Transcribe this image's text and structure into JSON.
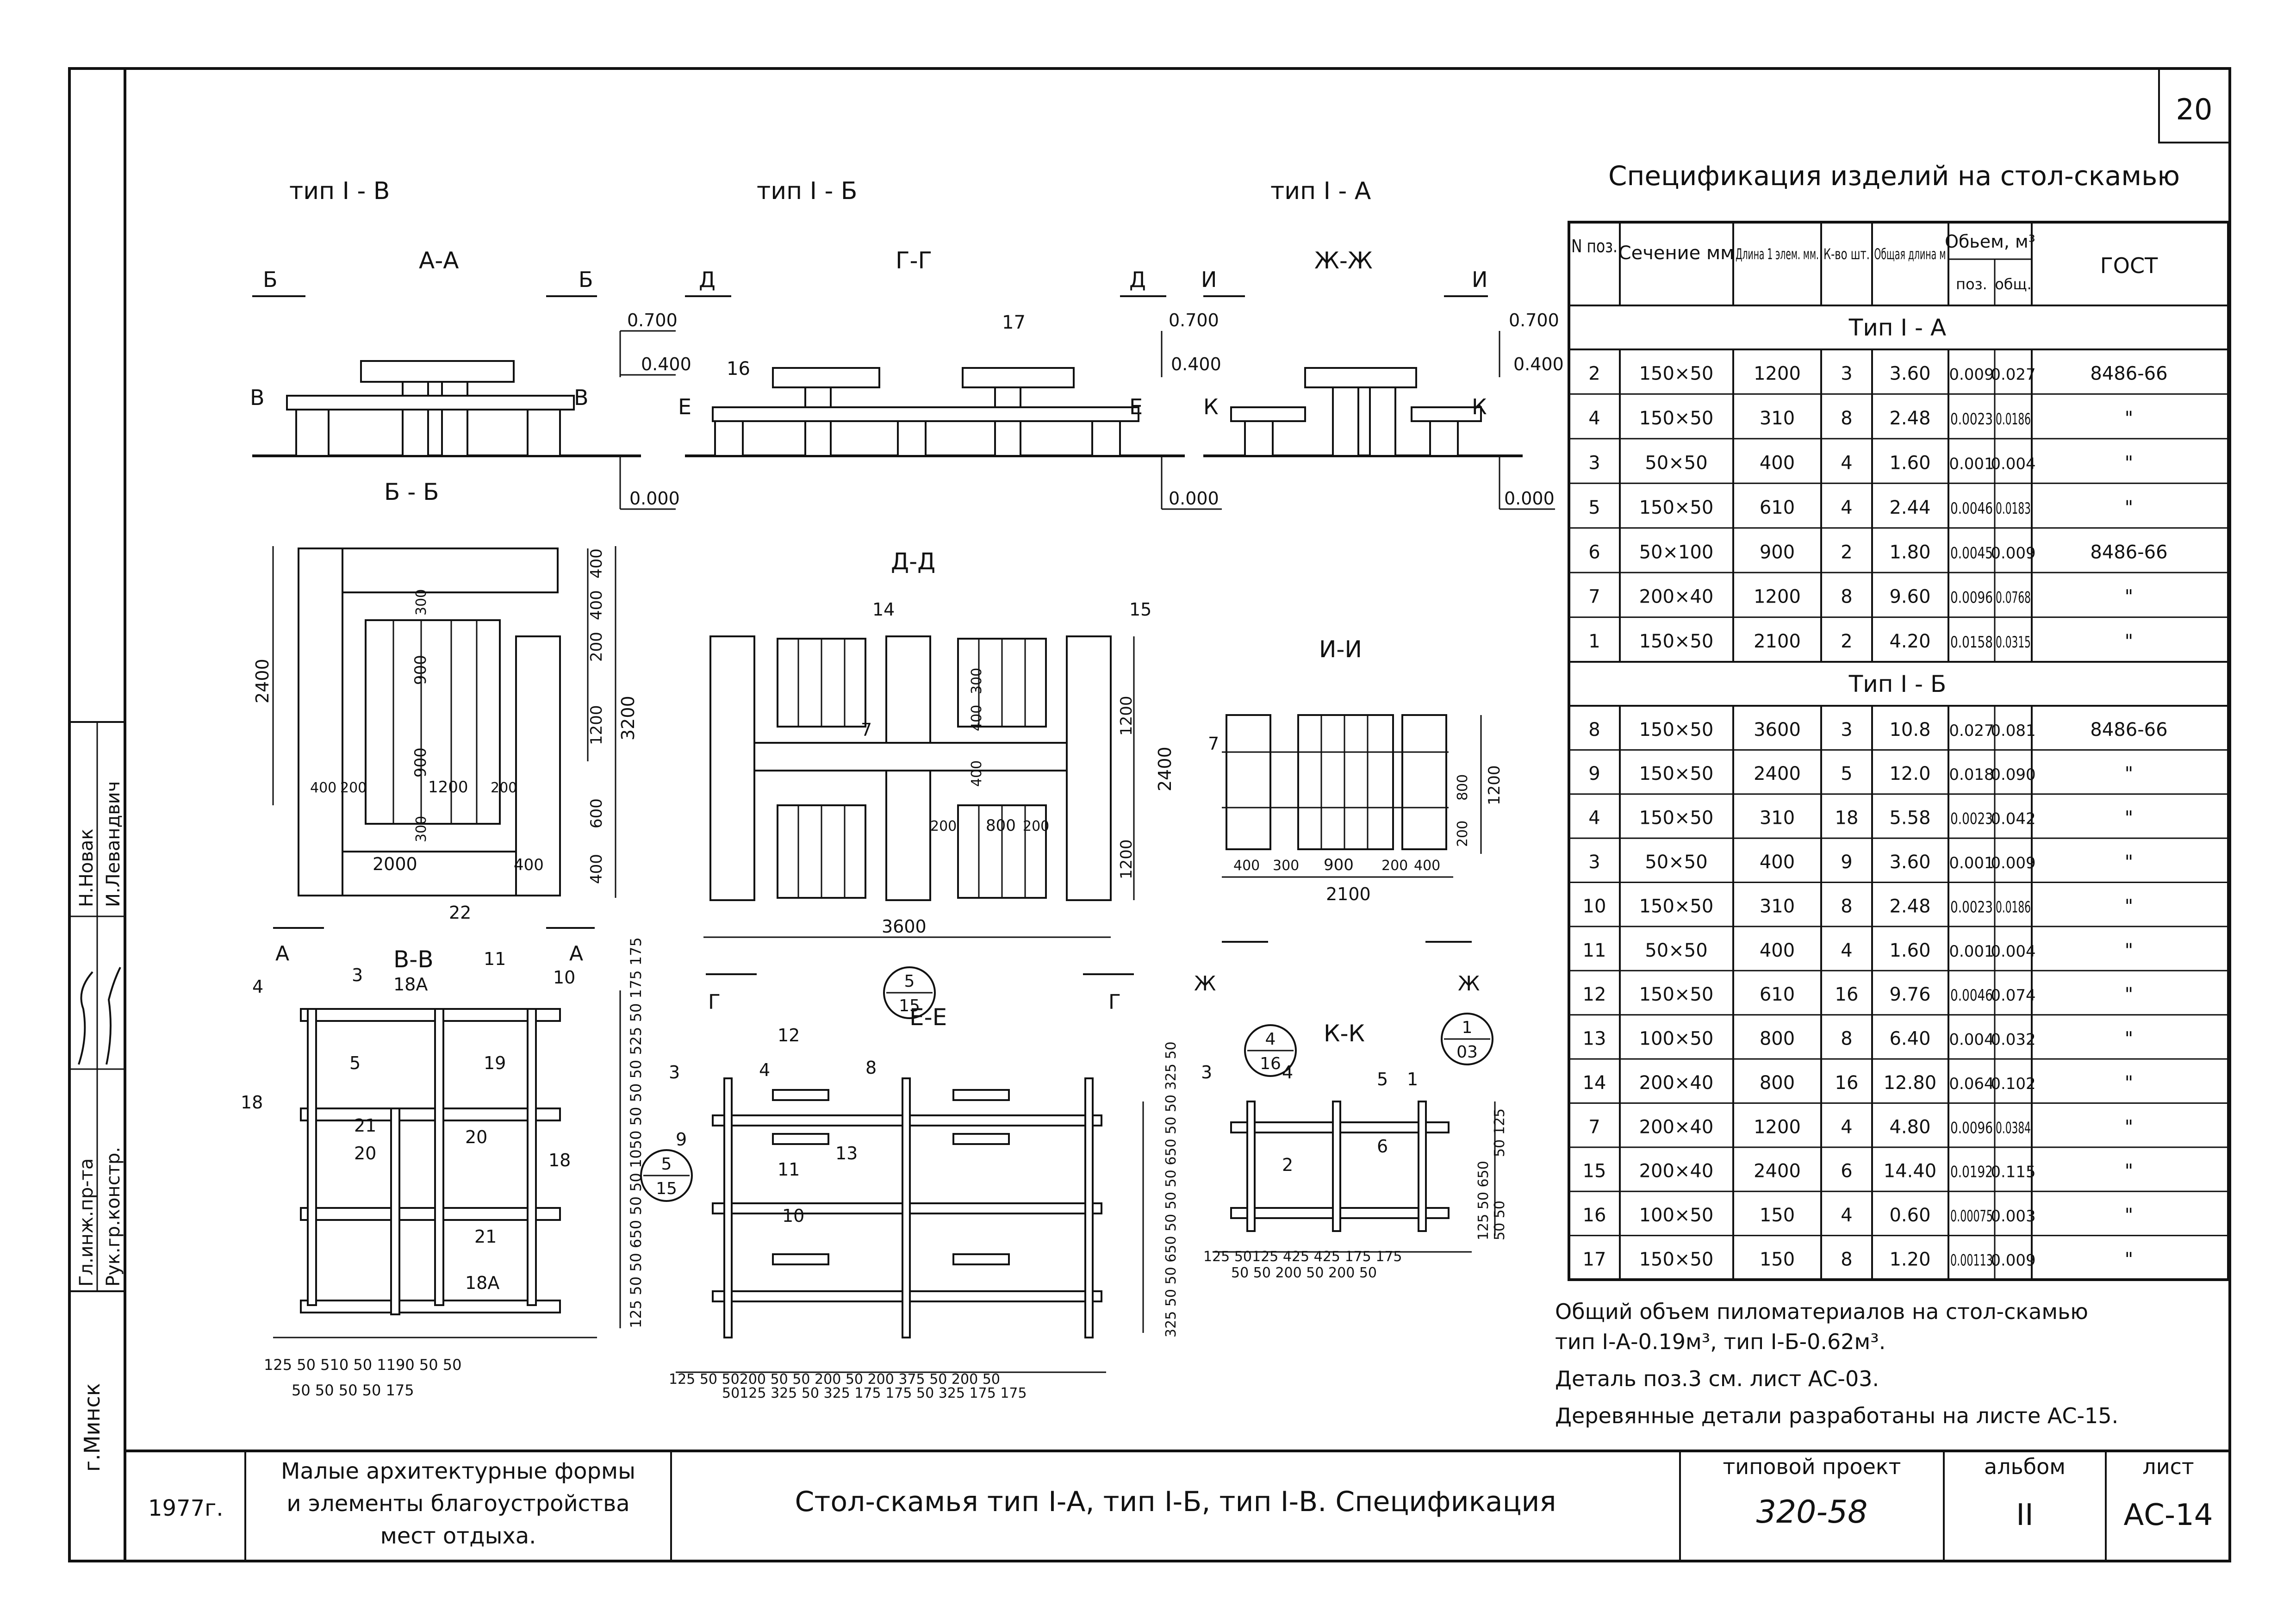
{
  "sheet": {
    "page_number": "20",
    "side_stamp": {
      "roles": [
        "Гл.инж.пр-та",
        "Рук.гр.констр."
      ],
      "names": [
        "Н.Новак",
        "И.Левандвич"
      ],
      "city": "г.Минск"
    }
  },
  "views": {
    "type_v": "тип I - В",
    "type_b": "тип I - Б",
    "type_a": "тип I - А",
    "sec_aa": "А-А",
    "sec_bb": "Б - Б",
    "sec_gg": "Г-Г",
    "sec_dd": "Д-Д",
    "sec_zhzh": "Ж-Ж",
    "sec_ii": "И-И",
    "sec_vv": "В-В",
    "sec_ee": "Е-Е",
    "sec_kk": "К-К",
    "marks": [
      "Б",
      "Б",
      "В",
      "В",
      "Д",
      "Д",
      "Е",
      "Е",
      "И",
      "И",
      "К",
      "К",
      "А",
      "А",
      "Г",
      "Г",
      "Ж",
      "Ж"
    ],
    "levels": [
      "0.700",
      "0.400",
      "0.000"
    ],
    "dims_bb": [
      "2400",
      "3200",
      "400",
      "400",
      "200",
      "1200",
      "600",
      "400",
      "300",
      "900",
      "900",
      "200",
      "1200",
      "200",
      "2000",
      "400",
      "22",
      "400",
      "300"
    ],
    "dims_dd": [
      "3600",
      "2400",
      "1200",
      "1200",
      "400",
      "200",
      "800",
      "200",
      "300",
      "400",
      "14",
      "15",
      "7"
    ],
    "dims_ii": [
      "2100",
      "400",
      "300",
      "900",
      "200",
      "400",
      "1200",
      "800",
      "200",
      "7"
    ],
    "dims_vv_bottom": [
      "125",
      "50",
      "510",
      "50",
      "1190",
      "50",
      "50",
      "50",
      "50",
      "50",
      "50",
      "175"
    ],
    "dims_vv_right": [
      "175",
      "175",
      "50",
      "525",
      "50",
      "50",
      "50",
      "1050",
      "50",
      "50",
      "650",
      "50",
      "50",
      "125"
    ],
    "dims_ee_bottom": [
      "125",
      "50",
      "50",
      "200",
      "50",
      "50",
      "200",
      "50",
      "200",
      "375",
      "50",
      "200",
      "50",
      "50",
      "125",
      "325",
      "50",
      "325",
      "175",
      "175",
      "50",
      "325",
      "175",
      "175"
    ],
    "dims_ee_right": [
      "50",
      "325",
      "50",
      "50",
      "650",
      "50",
      "50",
      "50",
      "650",
      "50",
      "50",
      "325"
    ],
    "dims_kk_bottom": [
      "125",
      "50",
      "125",
      "425",
      "425",
      "175",
      "175",
      "50",
      "50",
      "200",
      "50",
      "200",
      "50"
    ],
    "dims_kk_right": [
      "50",
      "125",
      "50",
      "50",
      "650",
      "125",
      "50",
      "50",
      "50"
    ],
    "positions_vv": [
      "4",
      "3",
      "18А",
      "11",
      "10",
      "5",
      "19",
      "21",
      "20",
      "20",
      "18",
      "18",
      "21",
      "18А"
    ],
    "positions_gg": [
      "17",
      "16"
    ],
    "positions_ee": [
      "3",
      "4",
      "12",
      "8",
      "9",
      "11",
      "13",
      "10"
    ],
    "positions_kk": [
      "3",
      "4",
      "5",
      "1",
      "2",
      "6"
    ],
    "callouts": [
      {
        "top": "5",
        "bottom": "15"
      },
      {
        "top": "5",
        "bottom": "15"
      },
      {
        "top": "4",
        "bottom": "16"
      },
      {
        "top": "1",
        "bottom": "03"
      }
    ]
  },
  "spec": {
    "title": "Спецификация изделий на стол-скамью",
    "headers": {
      "pos": "N поз.",
      "section": "Сечение мм",
      "length": "Длина 1 элем. мм.",
      "qty": "К-во шт.",
      "total_length": "Общая длина м",
      "volume": "Обьем, м³",
      "vol_pos": "поз.",
      "vol_total": "общ.",
      "gost": "ГОСТ"
    },
    "group_a": "Тип I - А",
    "rows_a": [
      [
        "2",
        "150×50",
        "1200",
        "3",
        "3.60",
        "0.009",
        "0.027",
        "8486-66"
      ],
      [
        "4",
        "150×50",
        "310",
        "8",
        "2.48",
        "0.0023",
        "0.0186",
        "\""
      ],
      [
        "3",
        "50×50",
        "400",
        "4",
        "1.60",
        "0.001",
        "0.004",
        "\""
      ],
      [
        "5",
        "150×50",
        "610",
        "4",
        "2.44",
        "0.0046",
        "0.0183",
        "\""
      ],
      [
        "6",
        "50×100",
        "900",
        "2",
        "1.80",
        "0.0045",
        "0.009",
        "8486-66"
      ],
      [
        "7",
        "200×40",
        "1200",
        "8",
        "9.60",
        "0.0096",
        "0.0768",
        "\""
      ],
      [
        "1",
        "150×50",
        "2100",
        "2",
        "4.20",
        "0.0158",
        "0.0315",
        "\""
      ]
    ],
    "group_b": "Тип I - Б",
    "rows_b": [
      [
        "8",
        "150×50",
        "3600",
        "3",
        "10.8",
        "0.027",
        "0.081",
        "8486-66"
      ],
      [
        "9",
        "150×50",
        "2400",
        "5",
        "12.0",
        "0.018",
        "0.090",
        "\""
      ],
      [
        "4",
        "150×50",
        "310",
        "18",
        "5.58",
        "0.0023",
        "0.042",
        "\""
      ],
      [
        "3",
        "50×50",
        "400",
        "9",
        "3.60",
        "0.001",
        "0.009",
        "\""
      ],
      [
        "10",
        "150×50",
        "310",
        "8",
        "2.48",
        "0.0023",
        "0.0186",
        "\""
      ],
      [
        "11",
        "50×50",
        "400",
        "4",
        "1.60",
        "0.001",
        "0.004",
        "\""
      ],
      [
        "12",
        "150×50",
        "610",
        "16",
        "9.76",
        "0.0046",
        "0.074",
        "\""
      ],
      [
        "13",
        "100×50",
        "800",
        "8",
        "6.40",
        "0.004",
        "0.032",
        "\""
      ],
      [
        "14",
        "200×40",
        "800",
        "16",
        "12.80",
        "0.064",
        "0.102",
        "\""
      ],
      [
        "7",
        "200×40",
        "1200",
        "4",
        "4.80",
        "0.0096",
        "0.0384",
        "\""
      ],
      [
        "15",
        "200×40",
        "2400",
        "6",
        "14.40",
        "0.0192",
        "0.115",
        "\""
      ],
      [
        "16",
        "100×50",
        "150",
        "4",
        "0.60",
        "0.00075",
        "0.003",
        "\""
      ],
      [
        "17",
        "150×50",
        "150",
        "8",
        "1.20",
        "0.00113",
        "0.009",
        "\""
      ]
    ]
  },
  "notes": {
    "line1": "Общий объем пиломатериалов на стол-скамью",
    "line2": "тип I-А-0.19м³, тип I-Б-0.62м³.",
    "line3": "Деталь поз.3 см. лист АС-03.",
    "line4": "Деревянные детали разработаны на листе АС-15."
  },
  "title_block": {
    "year": "1977г.",
    "subject": [
      "Малые архитектурные формы",
      "и элементы благоустройства",
      "мест отдыха."
    ],
    "title": "Стол-скамья тип I-А, тип I-Б, тип I-В. Спецификация",
    "project_label": "типовой проект",
    "project_value": "320-58",
    "album_label": "альбом",
    "album_value": "II",
    "sheet_label": "лист",
    "sheet_value": "АС-14"
  }
}
